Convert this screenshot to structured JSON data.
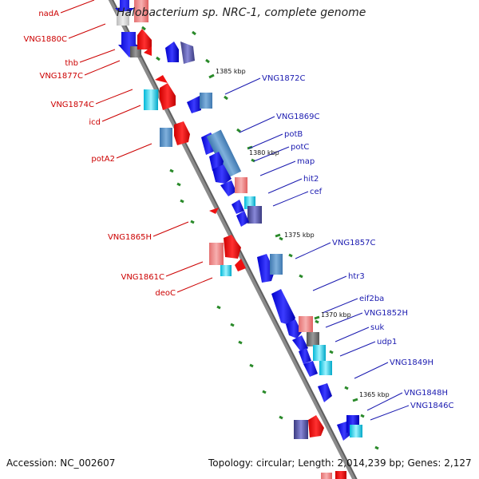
{
  "header": {
    "title": "Halobacterium sp. NRC-1, complete genome"
  },
  "footer": {
    "accession": "Accession: NC_002607",
    "topology": "Topology: circular; Length: 2,014,239 bp; Genes: 2,127"
  },
  "scale_labels": [
    "1385 kbp",
    "1380 kbp",
    "1375 kbp",
    "1370 kbp",
    "1365 kbp"
  ],
  "left_genes": [
    "nadA",
    "VNG1880C",
    "thb",
    "VNG1877C",
    "VNG1874C",
    "icd",
    "potA2",
    "VNG1865H",
    "VNG1861C",
    "deoC"
  ],
  "right_genes": [
    "VNG1872C",
    "VNG1869C",
    "potB",
    "potC",
    "map",
    "hit2",
    "cef",
    "VNG1857C",
    "htr3",
    "eif2ba",
    "VNG1852H",
    "suk",
    "udp1",
    "VNG1849H",
    "VNG1848H",
    "VNG1846C"
  ],
  "colors": {
    "backbone": "#8a8a8a",
    "leftStrandLabel": "#cc0000",
    "rightStrandLabel": "#1a1ab0",
    "tick": "#2a8a2a"
  }
}
